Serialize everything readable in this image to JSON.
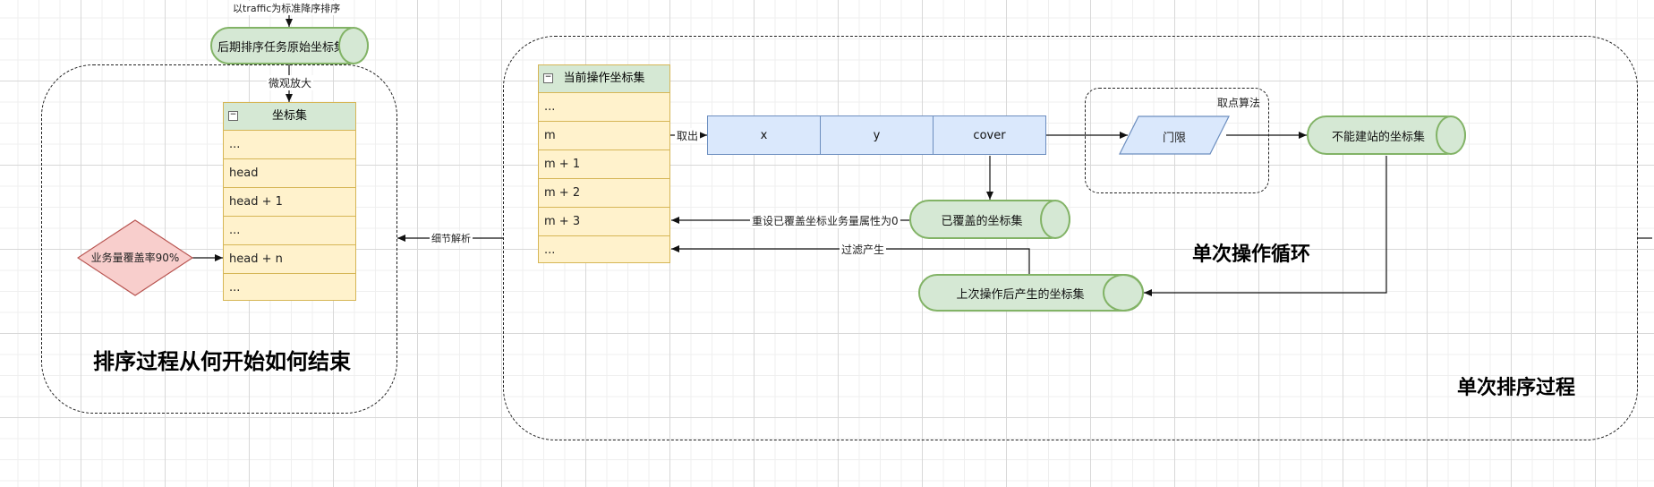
{
  "top_label": "以traffic为标准降序排序",
  "zoom_label": "微观放大",
  "original_set": "后期排序任务原始坐标集",
  "coord_set": {
    "title": "坐标集",
    "rows": [
      "...",
      "head",
      "head + 1",
      "...",
      "head + n",
      "..."
    ]
  },
  "diamond_label": "业务量覆盖率90%",
  "left_region_title": "排序过程从何开始如何结束",
  "detail_label": "细节解析",
  "current_set": {
    "title": "当前操作坐标集",
    "rows": [
      "...",
      "m",
      "m + 1",
      "m + 2",
      "m + 3",
      "..."
    ]
  },
  "take_label": "取出",
  "cells": [
    "x",
    "y",
    "cover"
  ],
  "pick_algo": "取点算法",
  "threshold": "门限",
  "cannot_build": "不能建站的坐标集",
  "covered_set": "已覆盖的坐标集",
  "reset_label": "重设已覆盖坐标业务量属性为0",
  "filter_label": "过滤产生",
  "last_set": "上次操作后产生的坐标集",
  "single_loop": "单次操作循环",
  "single_sort": "单次排序过程",
  "colors": {
    "table_fill": "#fff2cc",
    "table_stroke": "#d6b656",
    "green_fill": "#d5e8d4",
    "green_stroke": "#82b366",
    "blue_fill": "#dae8fc",
    "blue_stroke": "#6c8ebf",
    "red_fill": "#f8cecc",
    "red_stroke": "#b85450"
  }
}
